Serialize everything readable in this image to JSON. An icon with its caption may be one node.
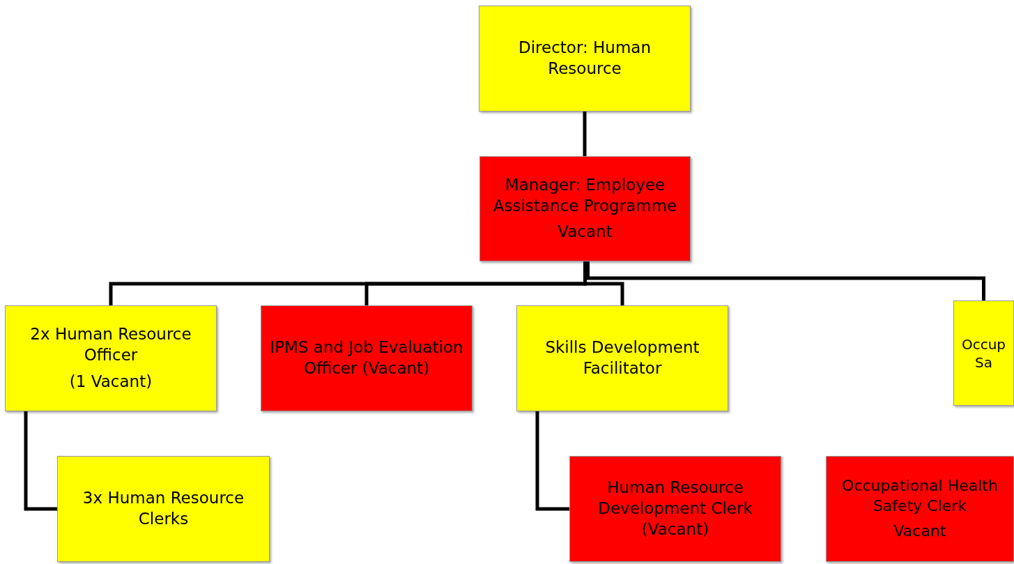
{
  "diagram": {
    "nodes": [
      {
        "text": [
          "Director: Human Resource"
        ]
      },
      {
        "text": [
          "Manager: Employee Assistance Programme",
          "Vacant"
        ]
      },
      {
        "text": [
          "2x Human Resource Officer",
          "(1 Vacant)"
        ]
      },
      {
        "text": [
          "IPMS and Job Evaluation Officer (Vacant)"
        ]
      },
      {
        "text": [
          "Skills Development Facilitator"
        ]
      },
      {
        "text": [
          "Occup Sa"
        ]
      },
      {
        "text": [
          "3x Human Resource Clerks"
        ]
      },
      {
        "text": [
          "Human Resource Development Clerk (Vacant)"
        ]
      },
      {
        "text": [
          "Occupational Health Safety Clerk",
          "Vacant"
        ]
      }
    ],
    "edges": [
      {
        "from": 0,
        "to": 1,
        "arrow": "none"
      },
      {
        "from": 1,
        "to": 2,
        "arrow": "none"
      },
      {
        "from": 1,
        "to": 3,
        "arrow": "none"
      },
      {
        "from": 1,
        "to": 4,
        "arrow": "none"
      },
      {
        "from": 1,
        "to": 5,
        "arrow": "none"
      },
      {
        "from": 2,
        "to": 6,
        "arrow": "none"
      },
      {
        "from": 4,
        "to": 7,
        "arrow": "none"
      }
    ]
  }
}
